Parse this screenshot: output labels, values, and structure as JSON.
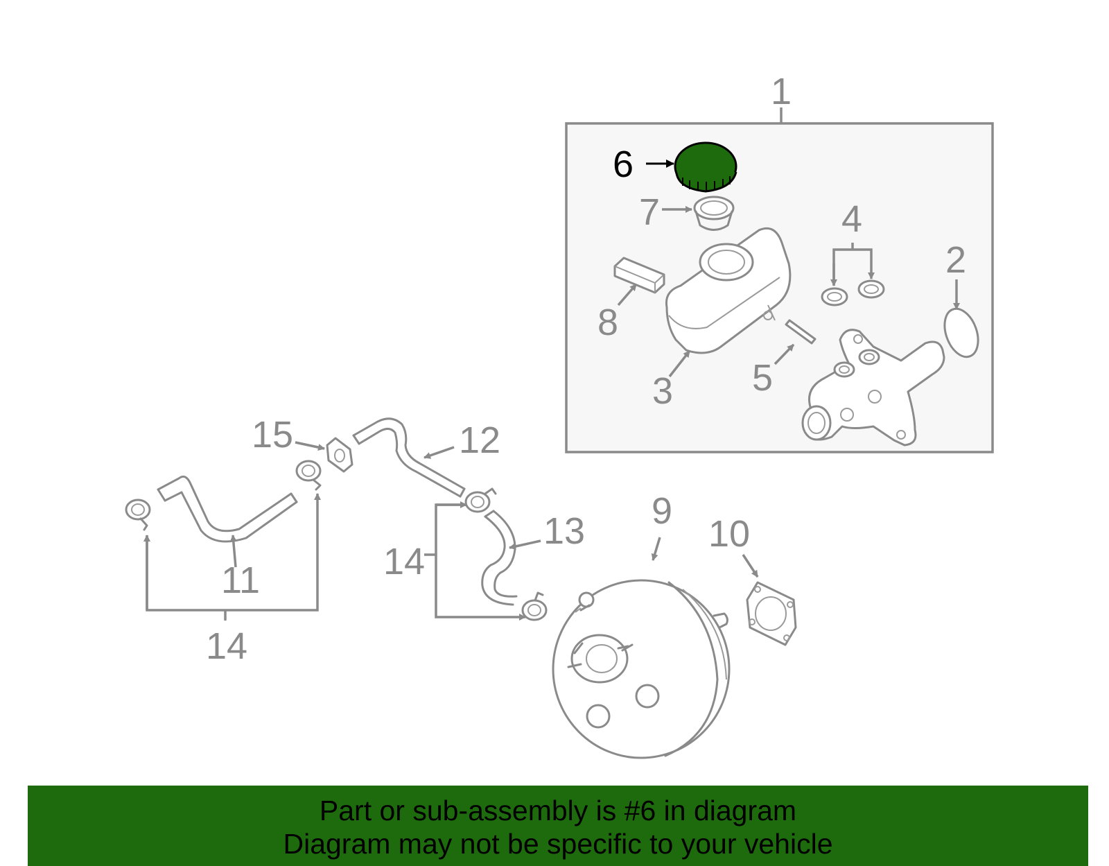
{
  "diagram": {
    "highlighted_part": "6",
    "labels": {
      "p1": "1",
      "p2": "2",
      "p3": "3",
      "p4": "4",
      "p5": "5",
      "p6": "6",
      "p7": "7",
      "p8": "8",
      "p9": "9",
      "p10": "10",
      "p11": "11",
      "p12": "12",
      "p13": "13",
      "p14a": "14",
      "p14b": "14",
      "p15": "15"
    },
    "colors": {
      "highlight": "#1e6b0e",
      "part_stroke": "#8a8a8a",
      "inset_background": "#f7f7f7"
    }
  },
  "banner": {
    "line1": "Part or sub-assembly is #6 in diagram",
    "line2": "Diagram may not be specific to your vehicle",
    "background": "#1e6b0e"
  }
}
